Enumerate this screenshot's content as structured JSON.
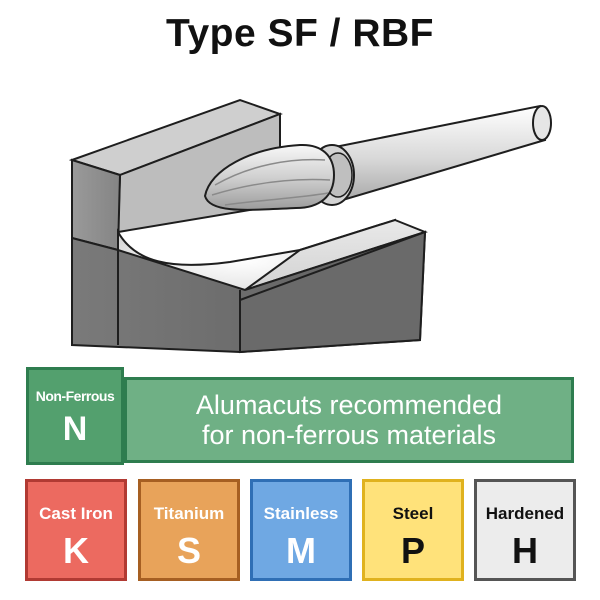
{
  "title": "Type SF / RBF",
  "illustration": {
    "icon": "burr-tool-on-workpiece-illustration"
  },
  "non_ferrous": {
    "label": "Non-Ferrous",
    "letter": "N",
    "color": "#53a06e"
  },
  "recommendation": {
    "line1": "Alumacuts recommended",
    "line2": "for non-ferrous materials",
    "color": "#6fb085"
  },
  "materials": [
    {
      "label": "Cast Iron",
      "letter": "K",
      "color": "#ec6a60"
    },
    {
      "label": "Titanium",
      "letter": "S",
      "color": "#e8a35a"
    },
    {
      "label": "Stainless",
      "letter": "M",
      "color": "#6fa8e3"
    },
    {
      "label": "Steel",
      "letter": "P",
      "color": "#ffe27a"
    },
    {
      "label": "Hardened",
      "letter": "H",
      "color": "#ececec"
    }
  ]
}
